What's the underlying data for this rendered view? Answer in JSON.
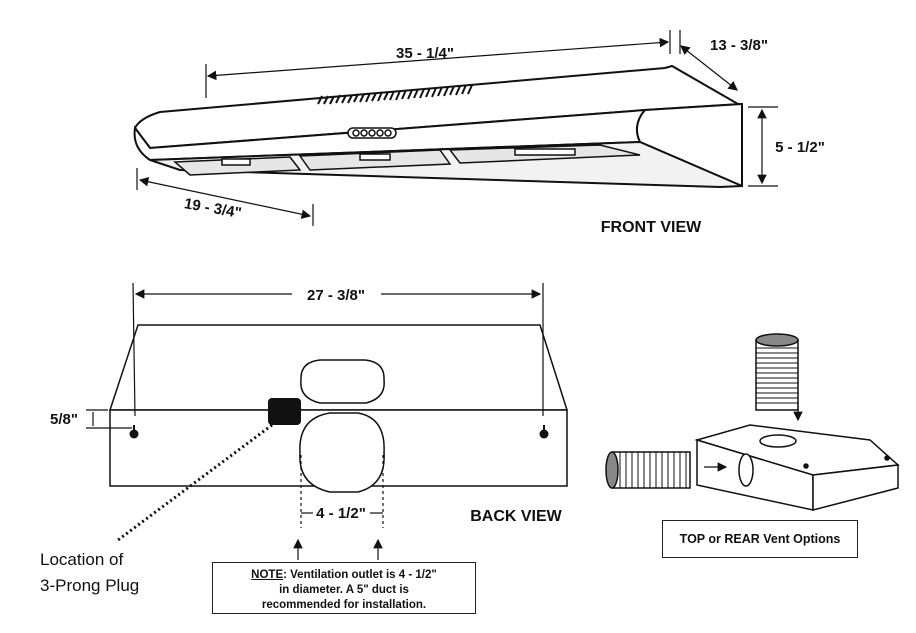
{
  "front_view": {
    "title": "FRONT VIEW",
    "width_label": "35 - 1/4\"",
    "depth_top_label": "13 - 3/8\"",
    "height_label": "5 - 1/2\"",
    "depth_side_label": "19 - 3/4\""
  },
  "back_view": {
    "title": "BACK VIEW",
    "width_label": "27 - 3/8\"",
    "offset_label": "5/8\"",
    "outlet_label": "4 - 1/2\""
  },
  "plug": {
    "line1": "Location of",
    "line2": "3-Prong Plug"
  },
  "note": {
    "prefix": "NOTE",
    "line1_rest": ": Ventilation outlet is 4 - 1/2\"",
    "line2": "in diameter. A 5\" duct is",
    "line3": "recommended for installation."
  },
  "vent_options": {
    "label": "TOP or REAR Vent Options"
  }
}
